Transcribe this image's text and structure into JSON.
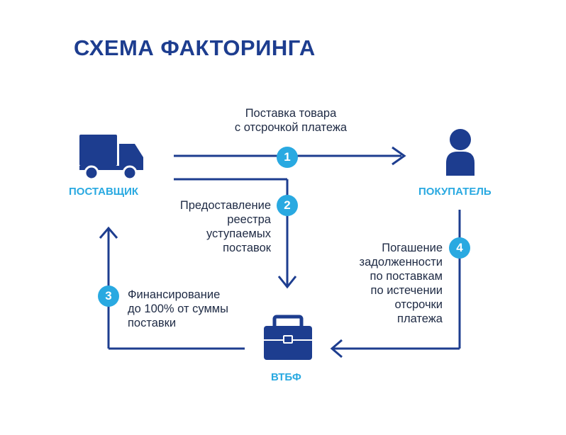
{
  "title": "СХЕМА ФАКТОРИНГА",
  "colors": {
    "navy": "#1d3d8f",
    "accent": "#29a9e1",
    "text": "#1e2a44"
  },
  "nodes": {
    "supplier": {
      "label": "ПОСТАВЩИК",
      "icon": "truck-icon"
    },
    "buyer": {
      "label": "ПОКУПАТЕЛЬ",
      "icon": "person-icon"
    },
    "factor": {
      "label": "ВТБФ",
      "icon": "briefcase-icon"
    }
  },
  "steps": [
    {
      "number": "1",
      "lines": [
        "Поставка товара",
        "с отсрочкой платежа"
      ]
    },
    {
      "number": "2",
      "lines": [
        "Предоставление",
        "реестра",
        "уступаемых",
        "поставок"
      ]
    },
    {
      "number": "3",
      "lines": [
        "Финансирование",
        "до 100% от суммы",
        "поставки"
      ]
    },
    {
      "number": "4",
      "lines": [
        "Погашение",
        "задолженности",
        "по поставкам",
        "по истечении",
        "отсрочки",
        "платежа"
      ]
    }
  ]
}
